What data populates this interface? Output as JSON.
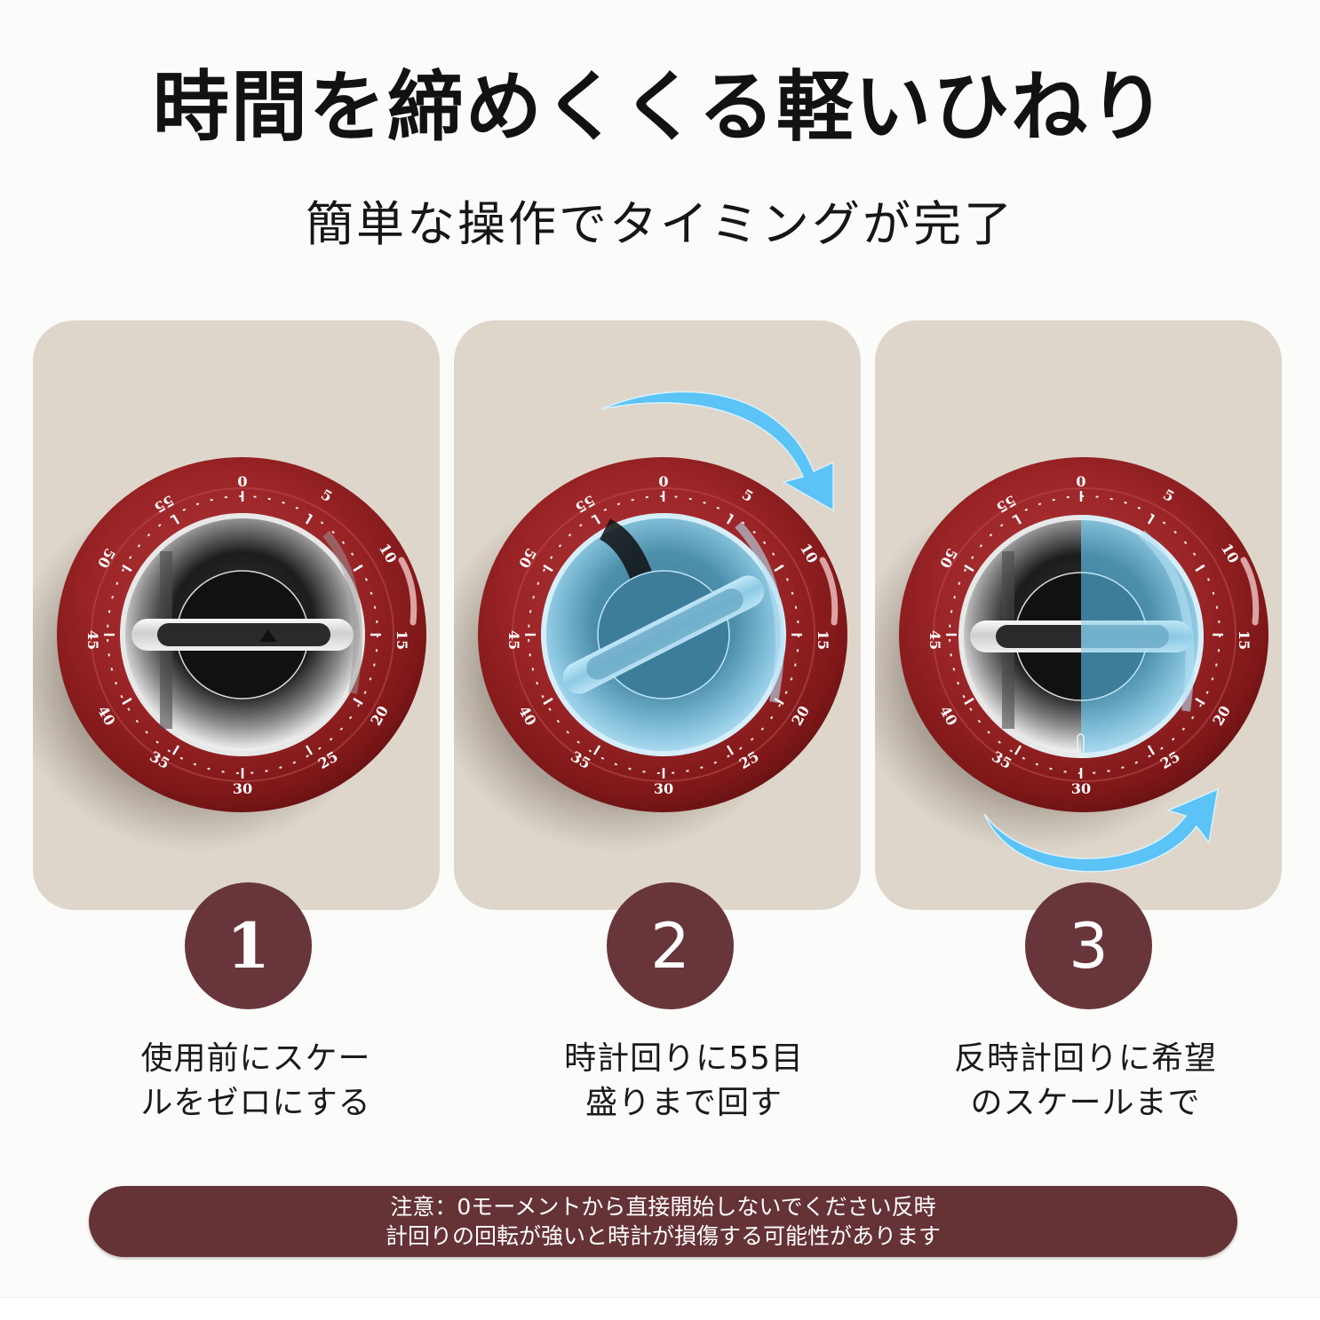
{
  "header": {
    "title": "時間を締めくくる軽いひねり",
    "subtitle": "簡単な操作でタイミングが完了"
  },
  "colors": {
    "card_bg": "#ded6cb",
    "timer_red": "#8e1e1f",
    "badge_brown": "#68363a",
    "arrow_blue": "#5bc3f5",
    "notice_bg": "#653236"
  },
  "timer_dial": {
    "scale_labels": [
      "0",
      "5",
      "10",
      "15",
      "20",
      "25",
      "30",
      "35",
      "40",
      "45",
      "50",
      "55"
    ]
  },
  "steps": [
    {
      "number": "1",
      "line1": "使用前にスケー",
      "line2": "ルをゼロにする",
      "image": {
        "knob_state": "zero",
        "arrow": "none",
        "overlay": "none"
      }
    },
    {
      "number": "2",
      "line1": "時計回りに55目",
      "line2": "盛りまで回す",
      "image": {
        "knob_state": "rotated",
        "arrow": "clockwise-top-right",
        "overlay": "blue-full"
      }
    },
    {
      "number": "3",
      "line1": "反時計回りに希望",
      "line2": "のスケールまで",
      "image": {
        "knob_state": "set",
        "arrow": "counterclockwise-bottom",
        "overlay": "blue-right-half"
      }
    }
  ],
  "notice": {
    "line1": "注意：0モーメントから直接開始しないでください反時",
    "line2": "計回りの回転が強いと時計が損傷する可能性があります"
  }
}
